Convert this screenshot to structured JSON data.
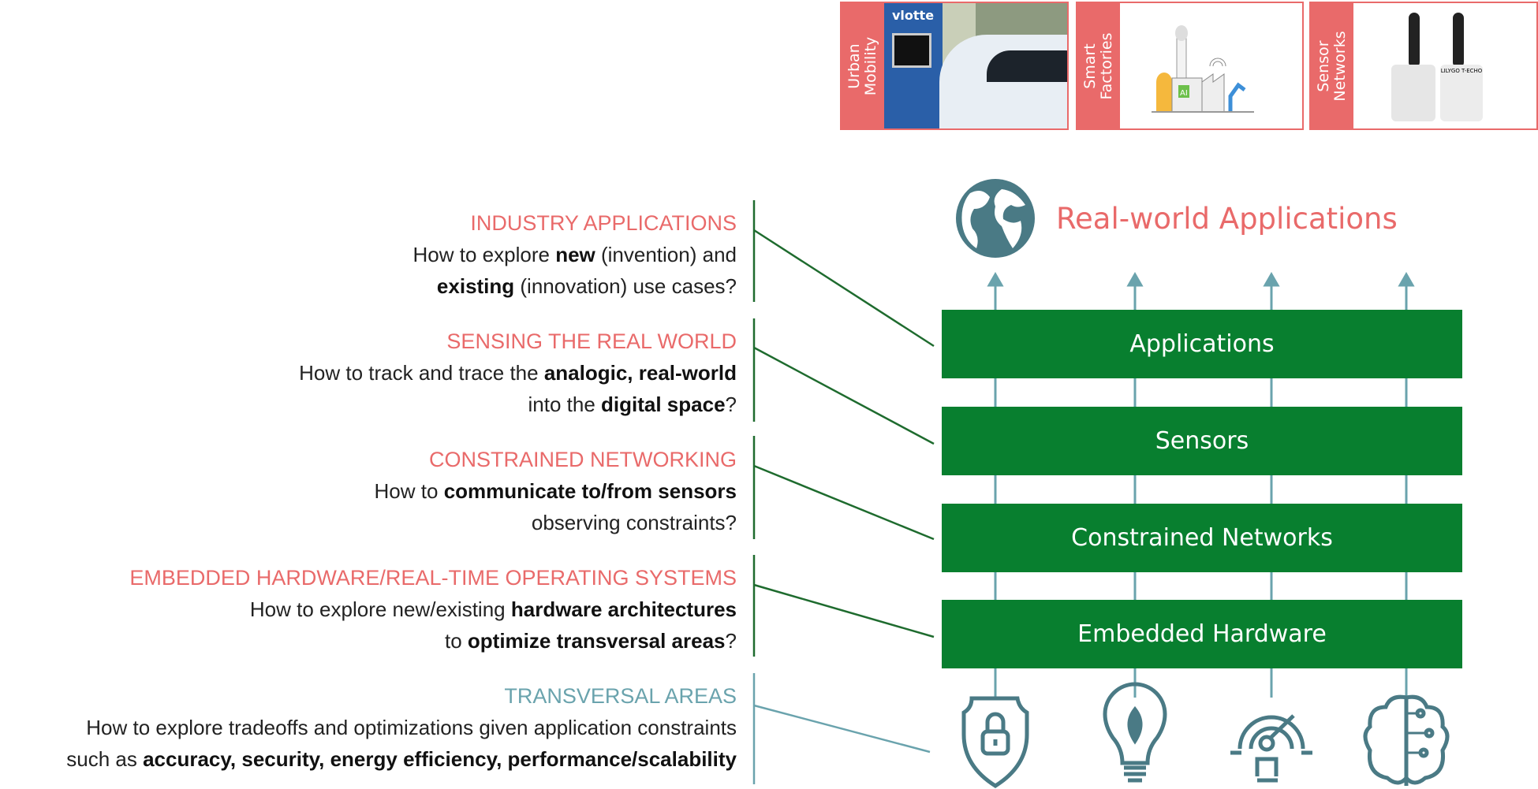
{
  "cards": [
    {
      "label_lines": [
        "Urban",
        "Mobility"
      ],
      "image": "ev-charging-car",
      "brand": "vlotte"
    },
    {
      "label_lines": [
        "Smart",
        "Factories"
      ],
      "image": "smart-factory-illustration",
      "badge": "AI"
    },
    {
      "label_lines": [
        "Sensor",
        "Networks"
      ],
      "image": "lilygo-t-echo-devices",
      "brand": "LILYGO T-ECHO"
    }
  ],
  "left": [
    {
      "heading": "INDUSTRY APPLICATIONS",
      "lines": [
        [
          {
            "t": "How to explore "
          },
          {
            "t": "new",
            "b": true
          },
          {
            "t": " (invention) and"
          }
        ],
        [
          {
            "t": "existing",
            "b": true
          },
          {
            "t": " (innovation) use cases?"
          }
        ]
      ]
    },
    {
      "heading": "SENSING THE REAL WORLD",
      "lines": [
        [
          {
            "t": "How to track and trace the "
          },
          {
            "t": "analogic, real-world",
            "b": true
          }
        ],
        [
          {
            "t": "into the "
          },
          {
            "t": "digital space",
            "b": true
          },
          {
            "t": "?"
          }
        ]
      ]
    },
    {
      "heading": "CONSTRAINED NETWORKING",
      "lines": [
        [
          {
            "t": "How to "
          },
          {
            "t": "communicate to/from sensors",
            "b": true
          }
        ],
        [
          {
            "t": "observing constraints?"
          }
        ]
      ]
    },
    {
      "heading": "EMBEDDED HARDWARE/REAL-TIME OPERATING SYSTEMS",
      "lines": [
        [
          {
            "t": "How to explore new/existing "
          },
          {
            "t": "hardware architectures",
            "b": true
          }
        ],
        [
          {
            "t": "to "
          },
          {
            "t": "optimize transversal areas",
            "b": true
          },
          {
            "t": "?"
          }
        ]
      ]
    },
    {
      "heading": "TRANSVERSAL AREAS",
      "lines": [
        [
          {
            "t": "How to explore tradeoffs and optimizations given application constraints"
          }
        ],
        [
          {
            "t": "such as "
          },
          {
            "t": "accuracy, security, energy efficiency, performance/scalability",
            "b": true
          }
        ]
      ]
    }
  ],
  "stack": {
    "title": "Real-world Applications",
    "layers": [
      "Applications",
      "Sensors",
      "Constrained Networks",
      "Embedded Hardware"
    ],
    "bottom_icons": [
      "shield-lock-icon",
      "leaf-bulb-icon",
      "performance-gauge-icon",
      "brain-circuit-icon"
    ]
  },
  "colors": {
    "accent": "#e96a6a",
    "green": "#087f2f",
    "teal": "#4a7a85",
    "teal_light": "#6aa3ad",
    "line_green": "#1e6b2e"
  }
}
